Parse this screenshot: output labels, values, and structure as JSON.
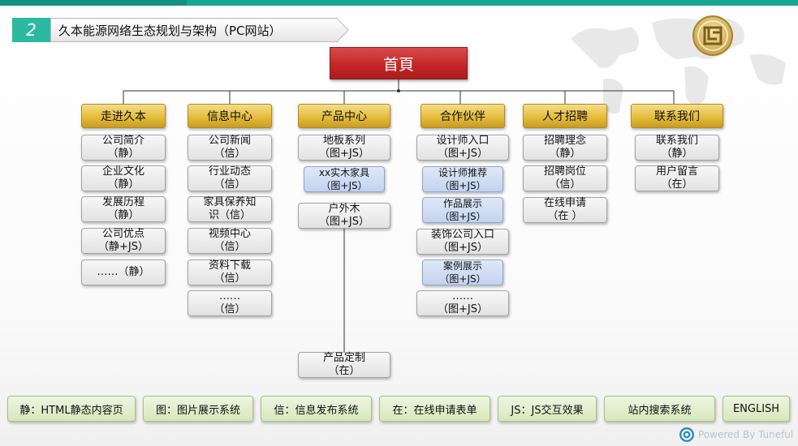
{
  "header": {
    "number": "2",
    "title": "久本能源网络生态规划与架构（PC网站）"
  },
  "colors": {
    "accent": "#1aa58f",
    "home": "#c22525",
    "category": "#e5bd3c",
    "highlight": "#c3d3ef",
    "legend": "#d6e8bc"
  },
  "home": "首頁",
  "columns": [
    {
      "title": "走进久本",
      "items": [
        {
          "line1": "公司简介",
          "line2": "（静）"
        },
        {
          "line1": "企业文化",
          "line2": "（静）"
        },
        {
          "line1": "发展历程",
          "line2": "（静）"
        },
        {
          "line1": "公司优点",
          "line2": "（静+JS）"
        },
        {
          "line1": "……（静）",
          "line2": ""
        }
      ]
    },
    {
      "title": "信息中心",
      "items": [
        {
          "line1": "公司新闻",
          "line2": "（信）"
        },
        {
          "line1": "行业动态",
          "line2": "（信）"
        },
        {
          "line1": "家具保养知",
          "line2": "识（信）"
        },
        {
          "line1": "视频中心",
          "line2": "（信）"
        },
        {
          "line1": "资料下载",
          "line2": "（信）"
        },
        {
          "line1": "……",
          "line2": "（信）"
        }
      ]
    },
    {
      "title": "产品中心",
      "items": [
        {
          "line1": "地板系列",
          "line2": "（图+JS）"
        },
        {
          "line1": "xx实木家具",
          "line2": "（图+JS）"
        },
        {
          "line1": "户外木",
          "line2": "（图+JS）"
        },
        {
          "line1": "产品定制",
          "line2": "（在）"
        }
      ]
    },
    {
      "title": "合作伙伴",
      "items": [
        {
          "line1": "设计师入口",
          "line2": "（图+JS）"
        },
        {
          "line1": "设计师推荐",
          "line2": "（图+JS）"
        },
        {
          "line1": "作品展示",
          "line2": "（图+JS）"
        },
        {
          "line1": "装饰公司入口",
          "line2": "（图+JS）"
        },
        {
          "line1": "案例展示",
          "line2": "（图+JS）"
        },
        {
          "line1": "……",
          "line2": "（图+JS）"
        }
      ]
    },
    {
      "title": "人才招聘",
      "items": [
        {
          "line1": "招聘理念",
          "line2": "（静）"
        },
        {
          "line1": "招聘岗位",
          "line2": "（信）"
        },
        {
          "line1": "在线申请",
          "line2": "（在 ）"
        }
      ]
    },
    {
      "title": "联系我们",
      "items": [
        {
          "line1": "联系我们",
          "line2": "（静）"
        },
        {
          "line1": "用户留言",
          "line2": "（在）"
        }
      ]
    }
  ],
  "legend": [
    "静：HTML静态内容页",
    "图：图片展示系统",
    "信：信息发布系统",
    "在：在线申请表单",
    "JS：JS交互效果",
    "站内搜索系统",
    "ENGLISH"
  ],
  "footer": {
    "powered": "Powered By Tuneful"
  }
}
